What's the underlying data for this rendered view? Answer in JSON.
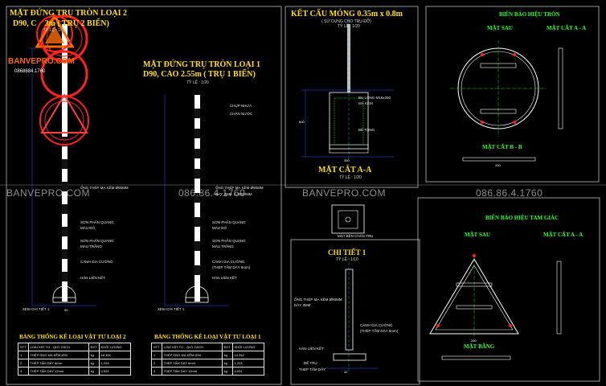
{
  "titles": {
    "pole2": "MẶT ĐỨNG TRỤ TRÒN LOẠI 2",
    "pole2_sub": "D90, C    3m ( TRỤ 2 BIỂN)",
    "pole1": "MẶT ĐỨNG TRỤ TRÒN LOẠI 1",
    "pole1_sub": "D90, CAO 2.55m ( TRỤ 1 BIỂN)",
    "scale_pole": "TỶ LỆ : 1/20",
    "foundation": "KẾT CẤU MÓNG 0.35m x 0.8m",
    "foundation_sub": "( SỬ DỤNG CHO TRỤ ĐỠ)",
    "foundation_scale": "TỶ LỆ : 1/20",
    "section_aa": "MẶT CẮT A-A",
    "section_aa_scale": "TỶ LỆ : 1/20",
    "detail1": "CHI TIẾT 1",
    "detail1_scale": "TỶ LỆ : 1/10",
    "round_sign": "BIỂN BÁO HIỆU TRÒN",
    "round_back": "MẶT SAU",
    "round_cut_aa": "MẶT CẮT A - A",
    "round_cut_bb": "MẶT CẮT B - B",
    "tri_sign": "BIỂN BÁO HIỆU TAM GIÁC",
    "tri_back": "MẶT SAU",
    "tri_cut_aa": "MẶT CẮT A - A",
    "tri_bottom": "MẶT BẰNG"
  },
  "watermarks": [
    "BANVEPRO.COM",
    "086.86.4.1760",
    "BANVEPRO.COM",
    "086.86.4.1760"
  ],
  "logo": {
    "brand": "BANVEPRO.COM",
    "phone": "0868684.1760"
  },
  "notes": {
    "cap": "CHỤP NHỰA",
    "cap_sub": "CHẶN NƯỚC",
    "pipe_steel": "ỐNG THÉP MẠ KẼM Ø90MM",
    "pipe_thick": "DÀY 3MM, L=3000MM",
    "paint_red": "SƠN PHẢN QUANG",
    "paint_red2": "MÀU ĐỎ",
    "paint_white": "SƠN PHẢN QUANG",
    "paint_white2": "MÀU TRẮNG",
    "stiffener": "CÁNH GIA CƯỜNG",
    "stiffener2": "(THÉP TẤM DÀY 6mm)",
    "weld": "HÀN LIÊN KẾT",
    "see_detail": "XEM CHI TIẾT 1",
    "bolt": "BU LÔNG M16x250",
    "zinc": "MẠ KẼM",
    "concrete": "BÊ TÔNG",
    "foundation_top": "MẶT BÊN CHÂN TRỤ",
    "pipe_d1": "ỐNG THÉP MẠ KẼM Ø90MM",
    "pipe_d2": "DÀY 3MM",
    "base": "ĐẾ TRỤ",
    "plate": "THÉP TẤM DÀY"
  },
  "table2": {
    "title": "BẢNG THỐNG KÊ LOẠI VẬT TƯ LOẠI 2",
    "headers": [
      "STT",
      "LOẠI VẬT TƯ - QUY CÁCH",
      "ĐVT",
      "KHỐI LƯỢNG"
    ],
    "rows": [
      [
        "1",
        "THÉP ỐNG MẠ KẼM Ø90",
        "kg",
        "18.302"
      ],
      [
        "2",
        "THÉP TẤM DÀY 6mm",
        "kg",
        "1.224"
      ],
      [
        "3",
        "THÉP TẤM DÀY 12mm",
        "kg",
        "4.531"
      ]
    ]
  },
  "table1": {
    "title": "BẢNG THỐNG KÊ LOẠI VẬT TƯ LOẠI 1",
    "headers": [
      "STT",
      "LOẠI VẬT TƯ - QUY CÁCH",
      "ĐVT",
      "KHỐI LƯỢNG"
    ],
    "rows": [
      [
        "1",
        "THÉP ỐNG MẠ KẼM Ø90",
        "kg",
        "14.342"
      ],
      [
        "2",
        "THÉP TẤM DÀY 6mm",
        "kg",
        "1.224"
      ],
      [
        "3",
        "THÉP TẤM DÀY 12mm",
        "kg",
        "4.531"
      ]
    ]
  },
  "dims": {
    "d350": "350",
    "d600": "600",
    "d250": "250",
    "d22": "22",
    "d90": "90",
    "d200": "200",
    "d350b": "350"
  },
  "colors": {
    "background": "#000000",
    "frame": "#ffffff",
    "pole_red": "#ff2020",
    "title_yellow": "#ffe000",
    "title_green": "#33ff33",
    "dim_blue": "#3050ff",
    "centerline_cyan": "#00d0d0",
    "sign_red": "#ff2020"
  }
}
